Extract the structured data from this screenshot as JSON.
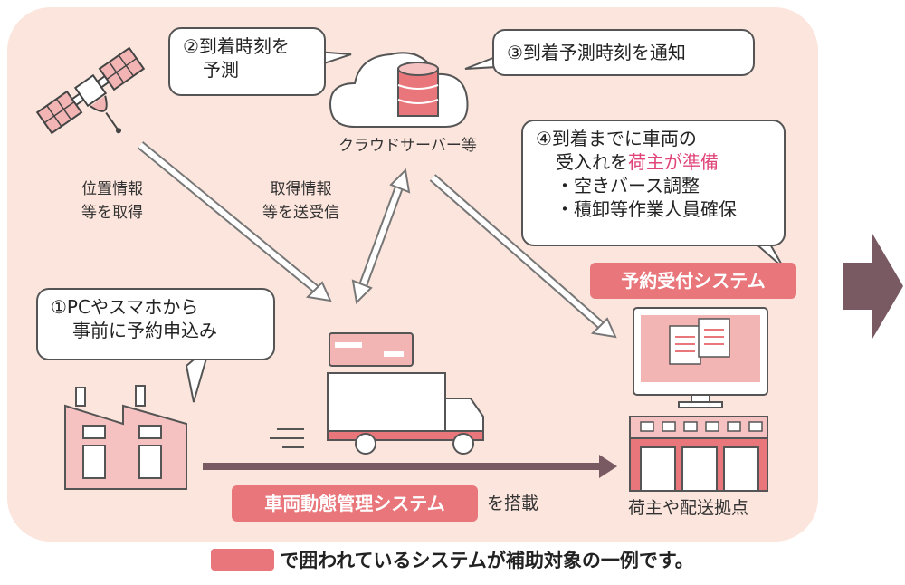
{
  "bubbles": {
    "predict_arrival": {
      "line1": "②到着時刻を",
      "line2": "予測"
    },
    "notify": {
      "text": "③到着予測時刻を通知"
    },
    "prepare": {
      "line1": "④到着までに車両の",
      "line2_prefix": "受入れを",
      "line2_highlight": "荷主が準備",
      "line3": "・空きバース調整",
      "line4": "・積卸等作業人員確保"
    },
    "reserve": {
      "line1": "①PCやスマホから",
      "line2": "事前に予約申込み"
    }
  },
  "labels": {
    "cloud": "クラウドサーバー等",
    "gps": {
      "line1": "位置情報",
      "line2": "等を取得"
    },
    "exchange": {
      "line1": "取得情報",
      "line2": "等を送受信"
    },
    "shipper": "荷主や配送拠点",
    "mounted": "を搭載"
  },
  "badges": {
    "reservation_system": "予約受付システム",
    "vehicle_system": "車両動態管理システム"
  },
  "footnote": "で囲われているシステムが補助対象の一例です。",
  "colors": {
    "panel": "#fbe5dc",
    "accent": "#e8767b",
    "highlight": "#e0457a",
    "arrow_fill": "#ffffff",
    "arrow_stroke": "#777777",
    "big_arrow": "#7a5a62"
  },
  "icons": [
    "satellite-icon",
    "cloud-server-icon",
    "factory-icon",
    "truck-icon",
    "monitor-icon",
    "warehouse-icon",
    "next-arrow-icon"
  ]
}
